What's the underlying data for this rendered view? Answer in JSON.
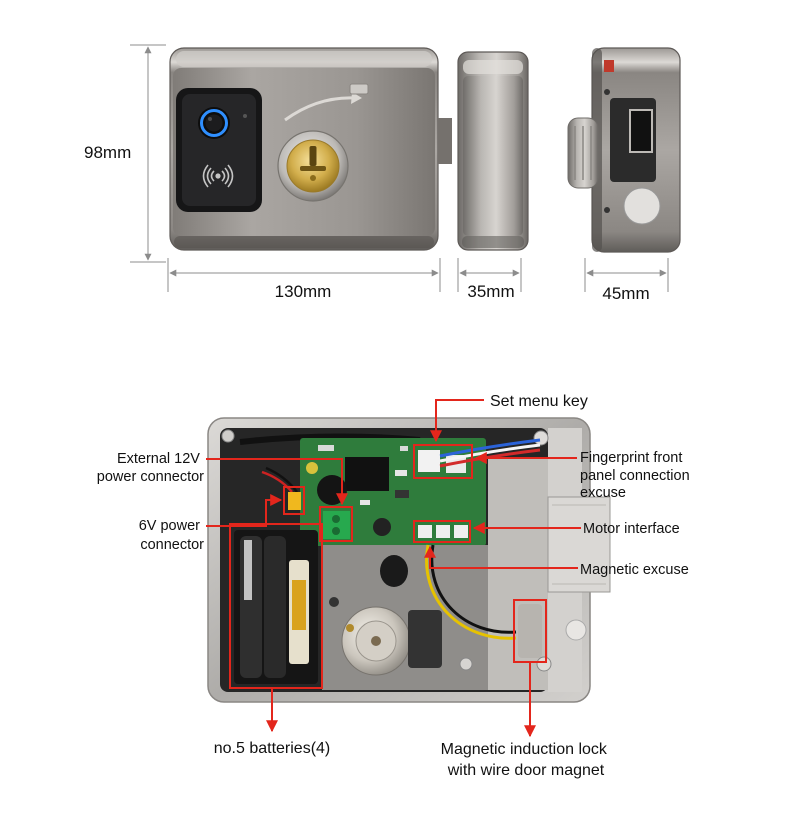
{
  "dimensions": {
    "height": "98mm",
    "front_width": "130mm",
    "side_depth": "35mm",
    "end_width": "45mm"
  },
  "annotations": {
    "set_menu_key": "Set menu key",
    "external_12v_power": [
      "External 12V",
      "power connector"
    ],
    "power_6v": [
      "6V power",
      "connector"
    ],
    "fingerprint_panel": [
      "Fingerprint front",
      "panel connection",
      "excuse"
    ],
    "motor_interface": "Motor interface",
    "magnetic_excuse": "Magnetic excuse",
    "batteries": "no.5 batteries(4)",
    "magnetic_lock": [
      "Magnetic induction lock",
      "with wire door magnet"
    ]
  },
  "icons": {
    "fingerprint": "fingerprint-sensor-icon",
    "card": "rfid-card-icon",
    "keyhole": "key-cylinder-icon"
  },
  "colors": {
    "annotation": "#e3261c",
    "dimension": "#8c8c8c",
    "fingerprint_ring": "#2f8fff",
    "cylinder": "#c9a648"
  }
}
